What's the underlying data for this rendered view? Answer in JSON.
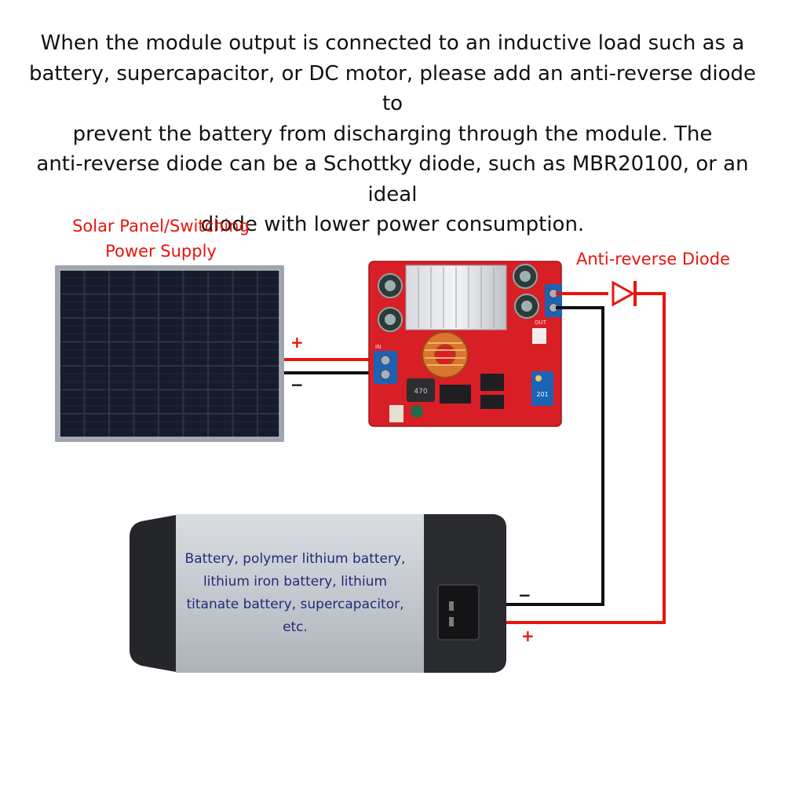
{
  "intro_lines": [
    "When the module output is connected to an inductive load such as a",
    "battery, supercapacitor, or DC motor, please add an anti-reverse diode to",
    "prevent the battery from discharging through the module. The",
    "anti-reverse diode can be a Schottky diode, such as MBR20100, or an ideal",
    "diode with lower power consumption."
  ],
  "solar_label_lines": [
    "Solar Panel/Switching",
    "Power Supply"
  ],
  "diode_label": "Anti-reverse Diode",
  "battery_label_lines": [
    "Battery, polymer lithium battery,",
    "lithium iron battery, lithium",
    "titanate battery, supercapacitor,",
    "etc."
  ],
  "signs": {
    "plus": "+",
    "minus": "−"
  },
  "module_marks": {
    "inductor_code": "470",
    "pot_code": "201",
    "out_label": "OUT",
    "in_label": "IN"
  },
  "colors": {
    "wire_positive": "#e8140e",
    "wire_negative": "#111111",
    "label_red": "#e8140e",
    "battery_text": "#232a78",
    "board": "#d81f26"
  }
}
